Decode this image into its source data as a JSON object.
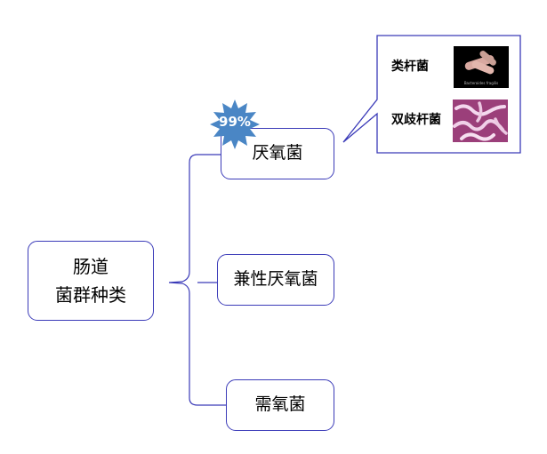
{
  "root": {
    "line1": "肠道",
    "line2": "菌群种类"
  },
  "categories": [
    {
      "label": "厌氧菌"
    },
    {
      "label": "兼性厌氧菌"
    },
    {
      "label": "需氧菌"
    }
  ],
  "badge": {
    "text": "99%",
    "color": "#4a86c5"
  },
  "callout": {
    "items": [
      {
        "label": "类杆菌",
        "image_caption": "Bacteroides fragilis"
      },
      {
        "label": "双歧杆菌"
      }
    ]
  },
  "colors": {
    "border": "#3a3ab8",
    "connector": "#3a3ab8"
  }
}
